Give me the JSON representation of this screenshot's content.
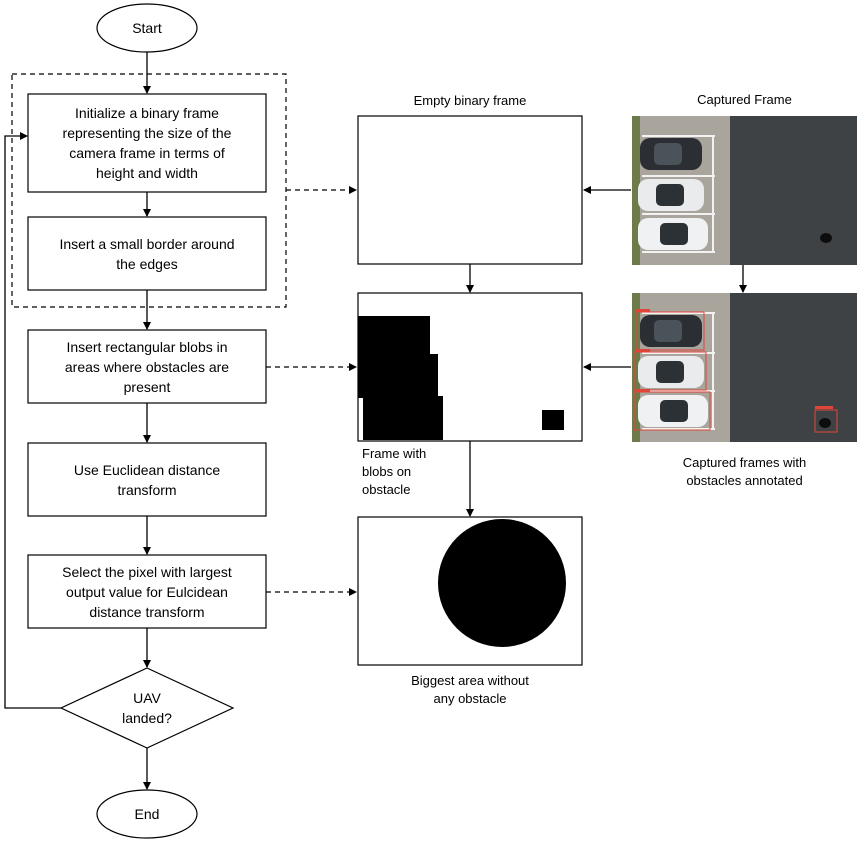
{
  "flowchart": {
    "start": "Start",
    "end": "End",
    "step_init": "Initialize a binary frame\nrepresenting the size of the\ncamera frame in terms of\nheight and width",
    "step_border": "Insert a small border around\nthe edges",
    "step_blobs": "Insert rectangular blobs in\nareas where obstacles are\npresent",
    "step_edt": "Use Euclidean distance\ntransform",
    "step_select": "Select the pixel with largest\noutput value for Eulcidean\ndistance transform",
    "decision": "UAV\nlanded?"
  },
  "panels": {
    "empty_frame_caption": "Empty binary frame",
    "captured_frame_caption": "Captured Frame",
    "blobs_frame_caption": "Frame with\nblobs on\nobstacle",
    "annotated_caption": "Captured frames with\nobstacles annotated",
    "biggest_area_caption": "Biggest area without\nany obstacle"
  },
  "colors": {
    "line": "#000000",
    "asphalt": "#3f4245",
    "pavement": "#a9a59c",
    "annotation": "#e0453a"
  }
}
